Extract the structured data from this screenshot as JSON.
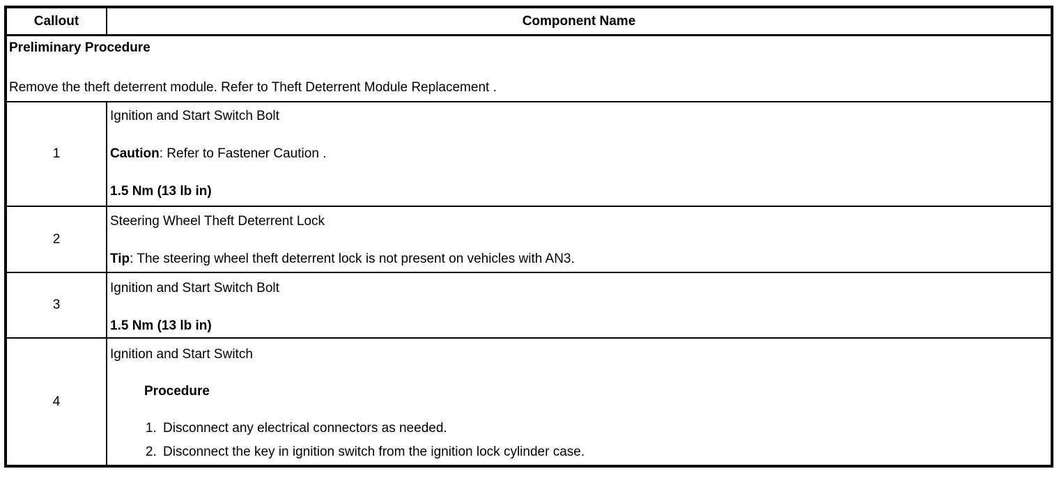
{
  "header": {
    "callout": "Callout",
    "component": "Component Name"
  },
  "preliminary": {
    "title": "Preliminary Procedure",
    "body": "Remove the theft deterrent module. Refer to Theft Deterrent Module Replacement ."
  },
  "rows": {
    "r1": {
      "callout": "1",
      "name": "Ignition and Start Switch Bolt",
      "caution_label": "Caution",
      "caution_text": ": Refer to Fastener Caution .",
      "torque": "1.5 Nm (13 lb in)"
    },
    "r2": {
      "callout": "2",
      "name": "Steering Wheel Theft Deterrent Lock",
      "tip_label": "Tip",
      "tip_text": ": The steering wheel theft deterrent lock is not present on vehicles with AN3."
    },
    "r3": {
      "callout": "3",
      "name": "Ignition and Start Switch Bolt",
      "torque": "1.5 Nm (13 lb in)"
    },
    "r4": {
      "callout": "4",
      "name": "Ignition and Start Switch",
      "procedure_title": "Procedure",
      "steps": [
        "Disconnect any electrical connectors as needed.",
        "Disconnect the key in ignition switch from the ignition lock cylinder case."
      ]
    }
  }
}
